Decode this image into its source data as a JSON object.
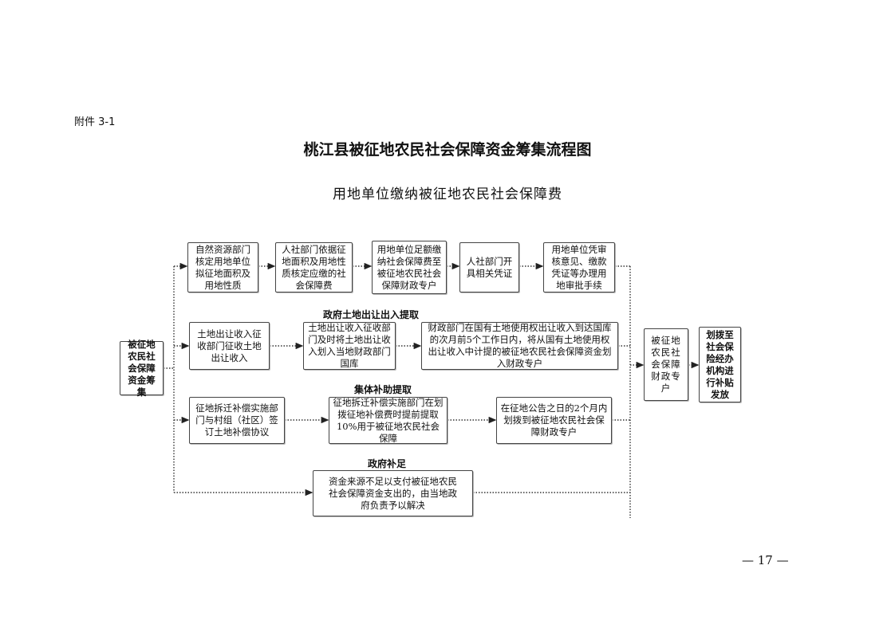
{
  "attachment": "附件 3-1",
  "title": "桃江县被征地农民社会保障资金筹集流程图",
  "subtitle": "用地单位缴纳被征地农民社会保障费",
  "source_box": "被征地农民社会保障资金筹集",
  "row1": [
    "自然资源部门核定用地单位拟征地面积及用地性质",
    "人社部门依据征地面积及用地性质核定应缴的社会保障费",
    "用地单位足额缴纳社会保障费至被征地农民社会保障财政专户",
    "人社部门开具相关凭证",
    "用地单位凭审核意见、缴款凭证等办理用地审批手续"
  ],
  "row2_label": "政府土地出让出入提取",
  "row2": [
    "土地出让收入征收部门征收土地出让收入",
    "土地出让收入征收部门及时将土地出让收入划入当地财政部门国库",
    "财政部门在国有土地使用权出让收入到达国库的次月前5个工作日内，将从国有土地使用权出让收入中计提的被征地农民社会保障资金划入财政专户"
  ],
  "row3_label": "集体补助提取",
  "row3": [
    "征地拆迁补偿实施部门与村组（社区）签订土地补偿协议",
    "征地拆迁补偿实施部门在划拨征地补偿费时提前提取10%用于被征地农民社会保障",
    "在征地公告之日的2个月内划拨到被征地农民社会保障财政专户"
  ],
  "row4_label": "政府补足",
  "row4": [
    "资金来源不足以支付被征地农民社会保障资金支出的，由当地政府负责予以解决"
  ],
  "account_box": "被征地农民社会保障财政专户",
  "final_box": "划拨至社会保险经办机构进行补贴发放",
  "page_number": "— 17 —"
}
